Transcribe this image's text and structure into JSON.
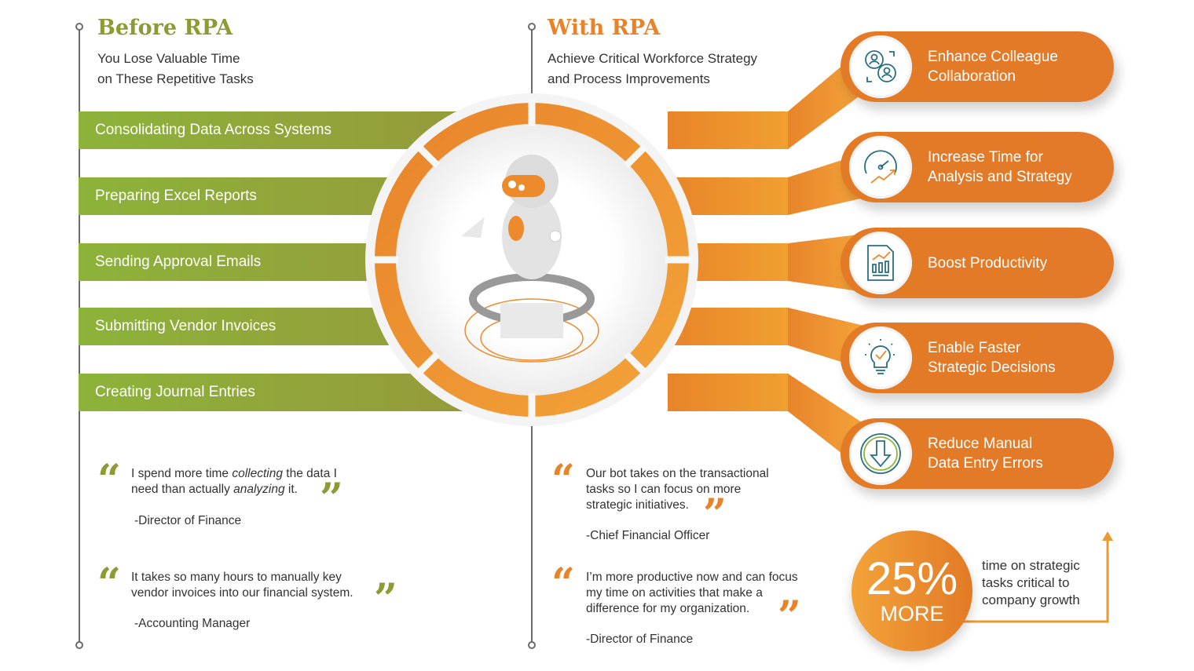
{
  "before": {
    "title": "Before RPA",
    "subtitle": [
      "You Lose Valuable Time",
      "on These Repetitive Tasks"
    ],
    "tasks": [
      "Consolidating Data Across Systems",
      "Preparing Excel Reports",
      "Sending Approval Emails",
      "Submitting Vendor Invoices",
      "Creating Journal Entries"
    ],
    "quotes": [
      {
        "text_pre": "I spend more time ",
        "em1": "collecting",
        "text_mid": " the data I need than actually ",
        "em2": "analyzing",
        "text_post": " it.",
        "author": "-Director of Finance"
      },
      {
        "text": "It takes so many hours to manually key vendor invoices into our financial system.",
        "author": "-Accounting Manager"
      }
    ]
  },
  "with": {
    "title": "With RPA",
    "subtitle": [
      "Achieve Critical Workforce Strategy",
      "and Process Improvements"
    ],
    "benefits": [
      {
        "line1": "Enhance Colleague",
        "line2": "Collaboration",
        "icon": "collaboration-icon"
      },
      {
        "line1": "Increase Time for",
        "line2": "Analysis and Strategy",
        "icon": "gauge-chart-icon"
      },
      {
        "line1": "Boost Productivity",
        "line2": "",
        "icon": "report-icon"
      },
      {
        "line1": "Enable Faster",
        "line2": "Strategic Decisions",
        "icon": "lightbulb-icon"
      },
      {
        "line1": "Reduce Manual",
        "line2": "Data Entry Errors",
        "icon": "download-arrow-icon"
      }
    ],
    "quotes": [
      {
        "text": "Our bot takes on the transactional tasks so I can focus on more strategic initiatives.",
        "author": "-Chief Financial Officer"
      },
      {
        "text": "I’m more productive now and can focus my time on activities that make a difference for my organization.",
        "author": "-Director of Finance"
      }
    ]
  },
  "stat": {
    "value": "25%",
    "label": "MORE",
    "text": [
      "time on strategic",
      "tasks critical to",
      "company growth"
    ]
  },
  "colors": {
    "olive": "#8e9a33",
    "green": "#8cb33a",
    "orange": "#e8832a"
  }
}
